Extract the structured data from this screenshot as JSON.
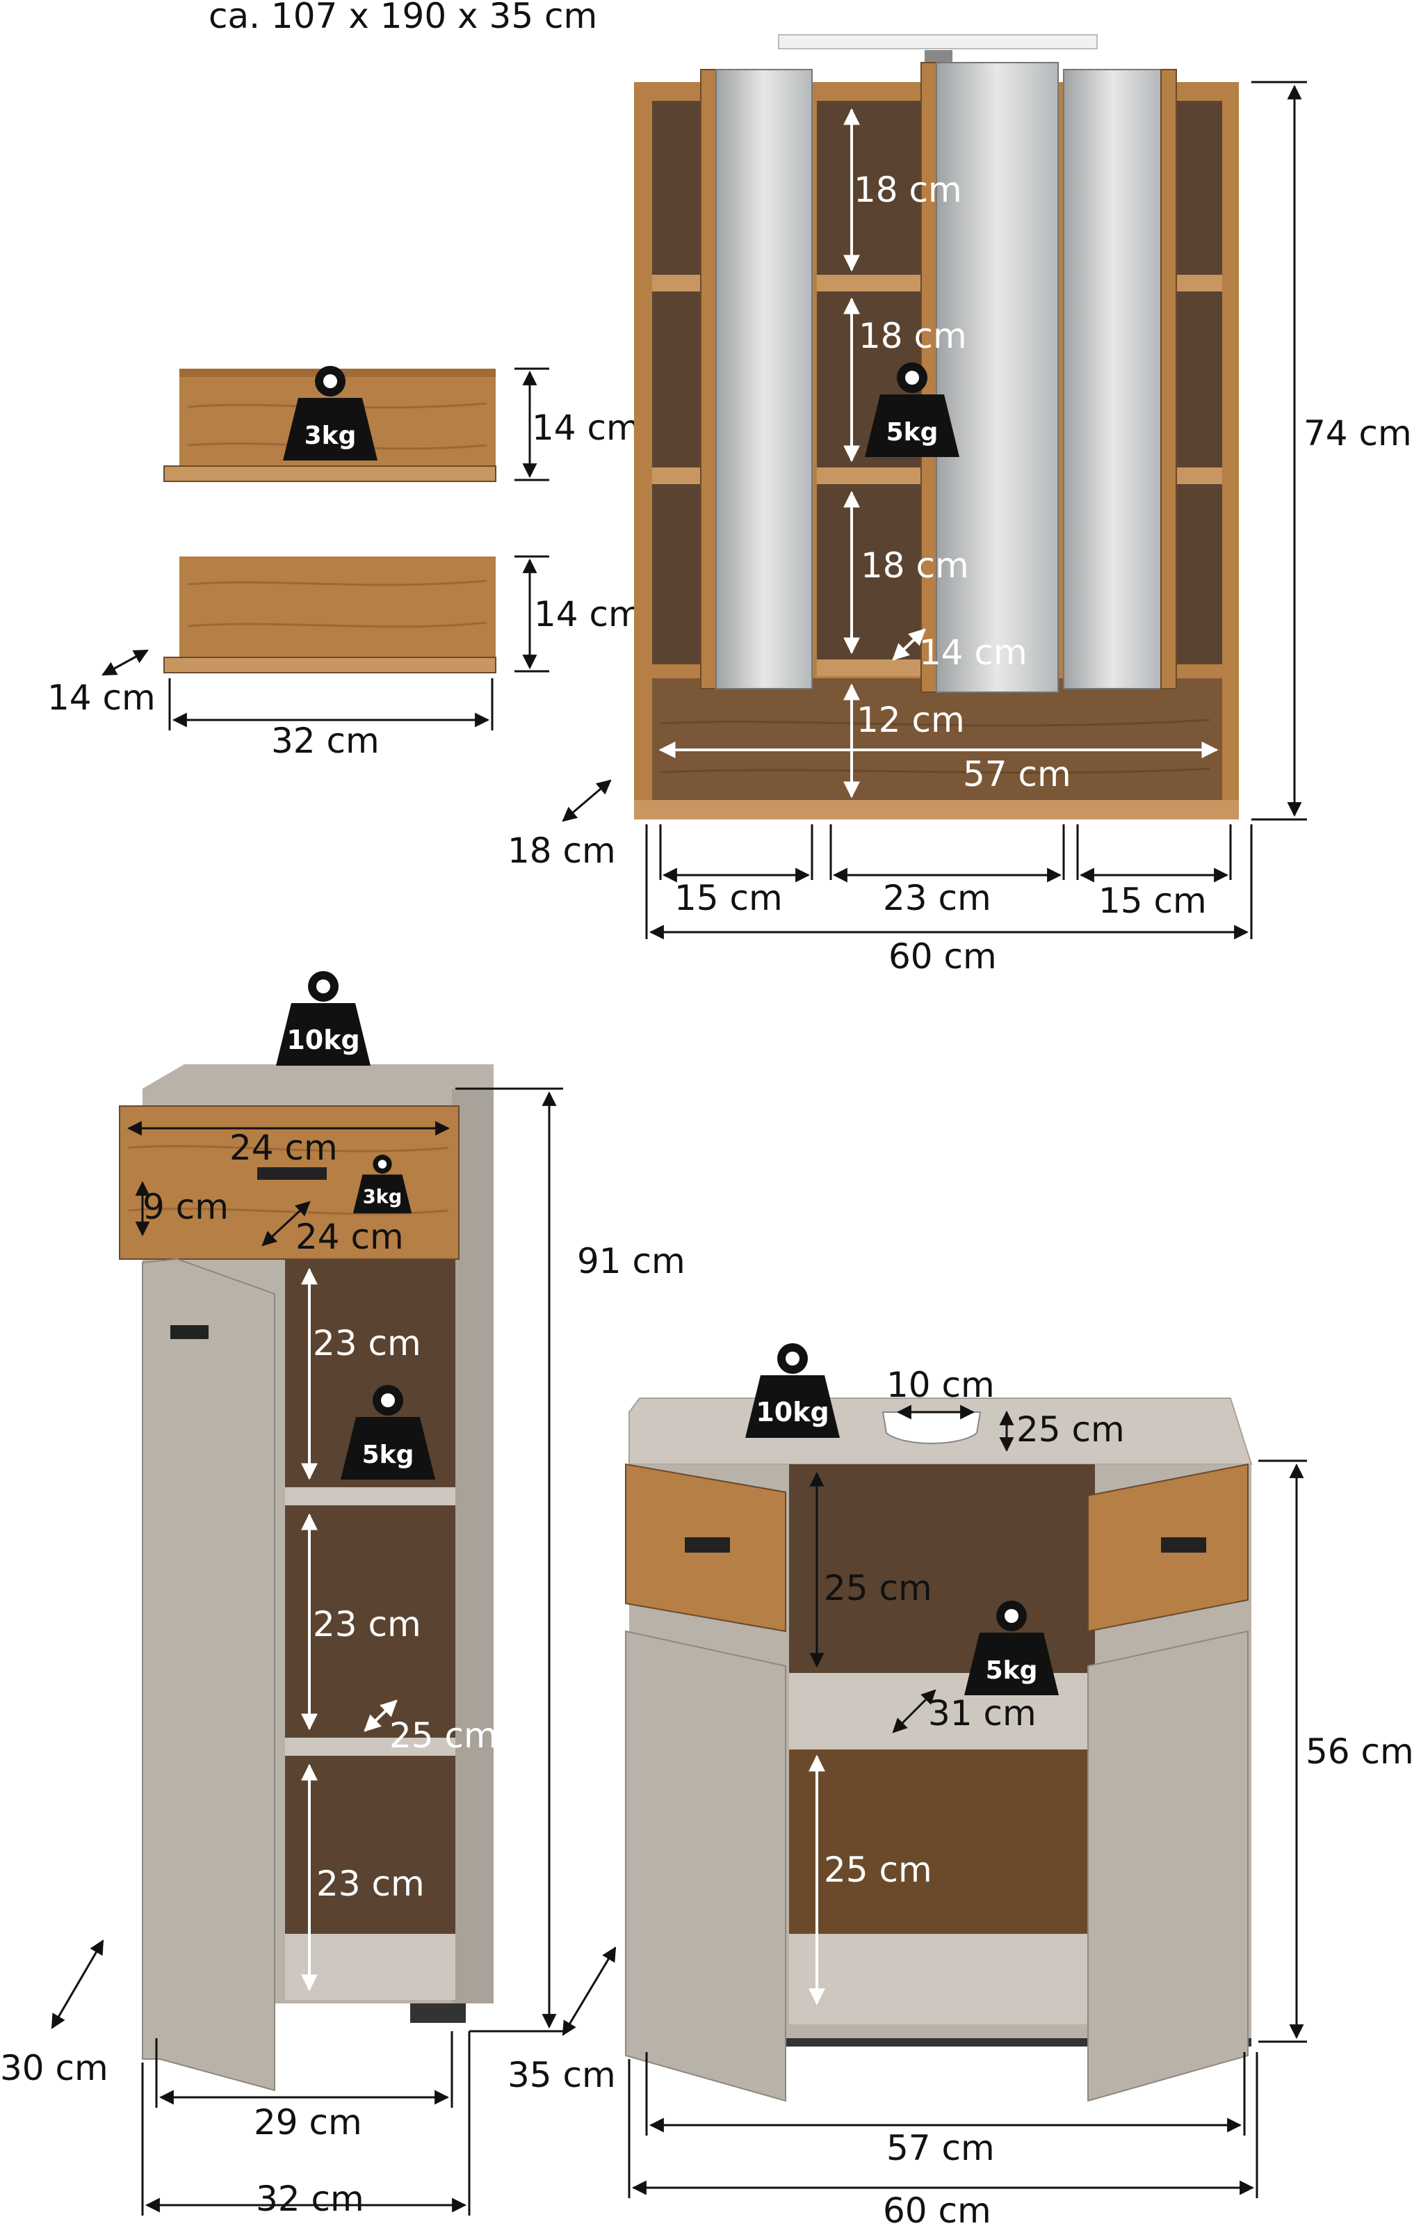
{
  "overall_dimensions": "ca. 107 x 190 x 35 cm",
  "colors": {
    "oak": "#b57f45",
    "oak_dark": "#6b4a2b",
    "oak_interior": "#5a4330",
    "greige": "#b9b2a8",
    "greige_light": "#cdc7bf",
    "mirror": "#d6d8d9",
    "weight_badge": "#111111"
  },
  "wall_shelves": {
    "height_top": "14 cm",
    "height_bottom": "14 cm",
    "depth": "14 cm",
    "width": "32 cm",
    "load": "3kg"
  },
  "mirror_cabinet": {
    "inner_heights": [
      "18 cm",
      "18 cm",
      "18 cm"
    ],
    "inner_depth": "14 cm",
    "bottom_height": "12 cm",
    "inner_width": "57 cm",
    "total_height": "74 cm",
    "depth": "18 cm",
    "side_width_left": "15 cm",
    "center_width": "23 cm",
    "side_width_right": "15 cm",
    "total_width": "60 cm",
    "load": "5kg"
  },
  "tall_cabinet": {
    "top_load": "10kg",
    "drawer_width": "24 cm",
    "drawer_height": "9 cm",
    "drawer_depth": "24 cm",
    "drawer_load": "3kg",
    "total_height": "91 cm",
    "compartment_heights": [
      "23 cm",
      "23 cm",
      "23 cm"
    ],
    "shelf_depth": "25 cm",
    "shelf_load": "5kg",
    "depth": "30 cm",
    "inner_width": "29 cm",
    "total_width": "32 cm"
  },
  "vanity_unit": {
    "top_load": "10kg",
    "cutout_width": "10 cm",
    "cutout_depth": "25 cm",
    "upper_height": "25 cm",
    "shelf_load": "5kg",
    "shelf_depth": "31 cm",
    "lower_height": "25 cm",
    "total_height": "56 cm",
    "depth": "35 cm",
    "inner_width": "57 cm",
    "total_width": "60 cm"
  }
}
